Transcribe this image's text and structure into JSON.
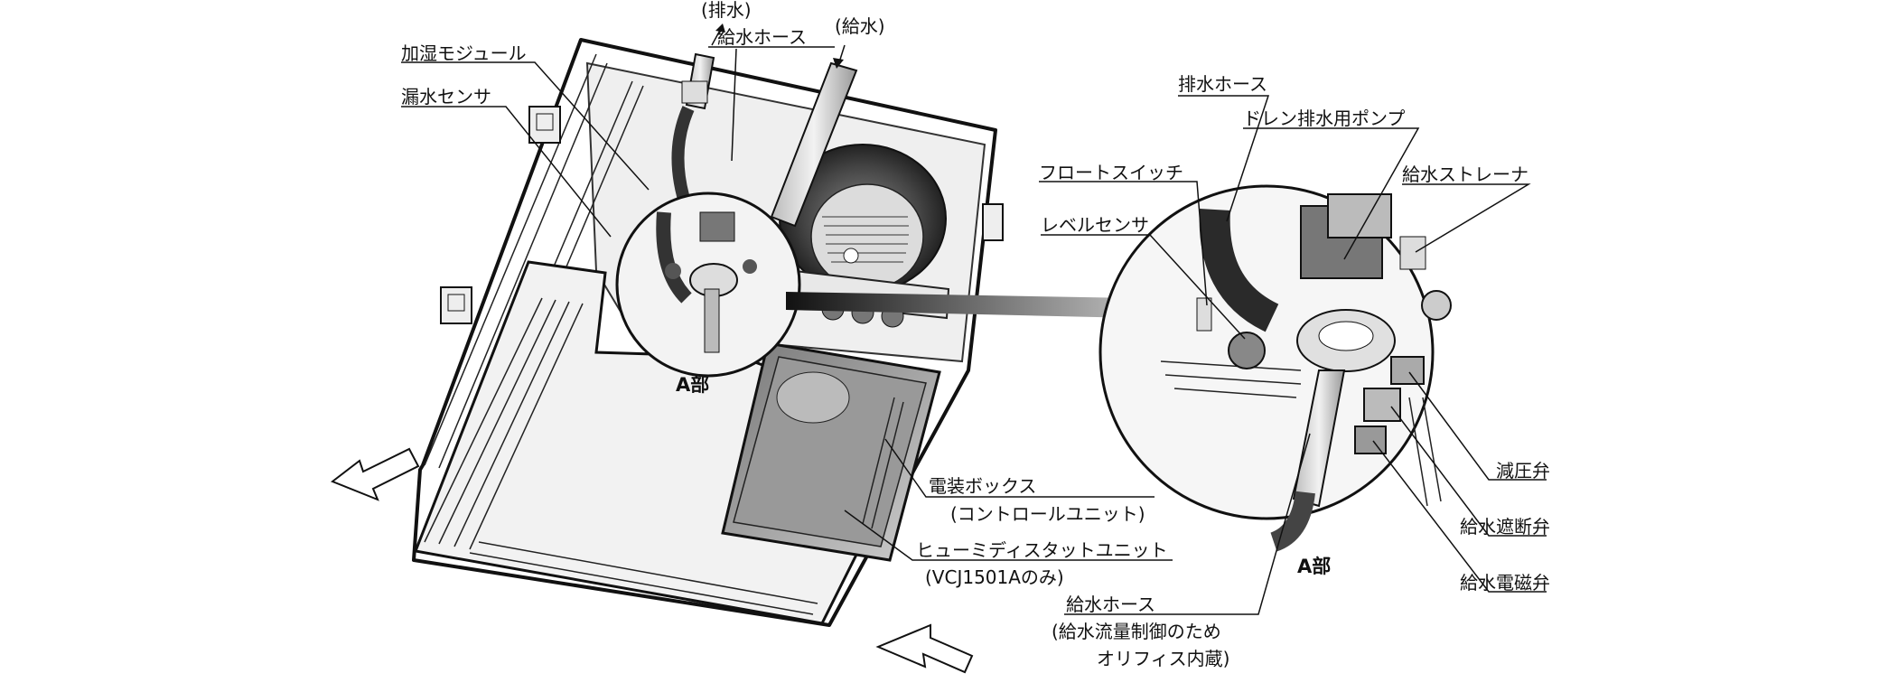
{
  "labels": {
    "drain_top": "(排水)",
    "supply_top": "(給水)",
    "supply_hose_top": "給水ホース",
    "humidifier_module": "加湿モジュール",
    "leak_sensor": "漏水センサ",
    "part_a_left": "A部",
    "electrical_box_1": "電装ボックス",
    "electrical_box_2": "(コントロールユニット)",
    "humidistat_1": "ヒューミディスタットユニット",
    "humidistat_2": "(VCJ1501Aのみ)",
    "drain_hose": "排水ホース",
    "drain_pump": "ドレン排水用ポンプ",
    "float_switch": "フロートスイッチ",
    "supply_strainer": "給水ストレーナ",
    "level_sensor": "レベルセンサ",
    "pressure_valve": "減圧弁",
    "shutoff_valve": "給水遮断弁",
    "solenoid_valve": "給水電磁弁",
    "part_a_right": "A部",
    "supply_hose_bottom_1": "給水ホース",
    "supply_hose_bottom_2": "(給水流量制御のため",
    "supply_hose_bottom_3": "オリフィス内蔵)"
  }
}
